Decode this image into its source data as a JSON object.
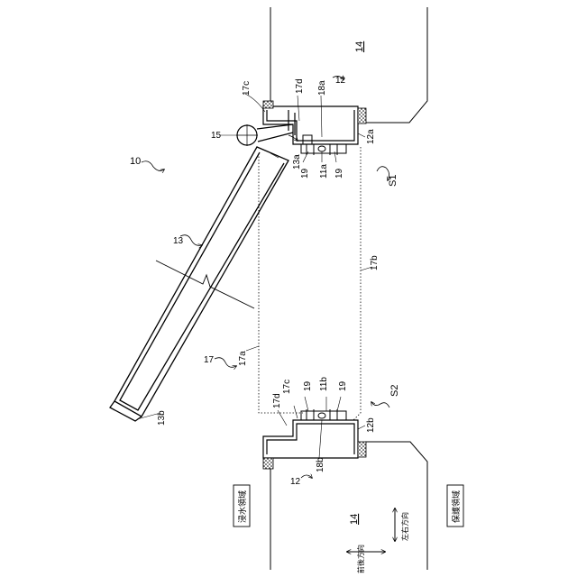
{
  "figure": {
    "labels": {
      "device": "10",
      "floor": "14",
      "floor_lower": "14",
      "wall": "12",
      "wall_lower": "12",
      "panel": "13",
      "panel_end_a": "13a",
      "panel_end_b": "13b",
      "hinge": "15",
      "sheet": "17",
      "sheet_a": "17a",
      "sheet_b": "17b",
      "sheet_c_top": "17c",
      "sheet_c_bottom": "17c",
      "sheet_d_top": "17d",
      "sheet_d_bottom": "17d",
      "bracket_a": "18a",
      "bracket_b": "18b",
      "base_a": "11a",
      "base_b": "11b",
      "bolt_1": "19",
      "bolt_2": "19",
      "bolt_3": "19",
      "bolt_4": "19",
      "wall_end_a": "12a",
      "wall_end_b": "12b",
      "space_1": "S1",
      "space_2": "S2"
    },
    "boxes": {
      "flood_area": "浸水領域",
      "protected_area": "保護領域"
    },
    "directions": {
      "left_right": "左右方向",
      "front_back": "前後方向"
    },
    "colors": {
      "line": "#000000",
      "background": "#ffffff"
    }
  }
}
